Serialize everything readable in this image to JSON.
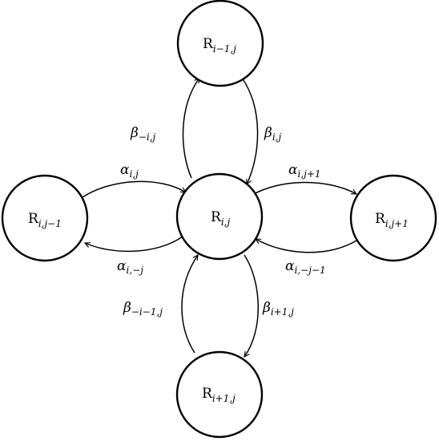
{
  "diagram": {
    "nodes": [
      {
        "id": "center",
        "main": "R",
        "sub": "i,j"
      },
      {
        "id": "top",
        "main": "R",
        "sub": "i−1,j"
      },
      {
        "id": "bottom",
        "main": "R",
        "sub": "i+1,j"
      },
      {
        "id": "left",
        "main": "R",
        "sub": "i,j−1"
      },
      {
        "id": "right",
        "main": "R",
        "sub": "i,j+1"
      }
    ],
    "edges": [
      {
        "id": "center-top",
        "greek": "β",
        "sub": "−i,j"
      },
      {
        "id": "top-center",
        "greek": "β",
        "sub": "i,j"
      },
      {
        "id": "left-center",
        "greek": "α",
        "sub": "i,j"
      },
      {
        "id": "center-left",
        "greek": "α",
        "sub": "i,−j"
      },
      {
        "id": "center-right",
        "greek": "α",
        "sub": "i,j+1"
      },
      {
        "id": "right-center",
        "greek": "α",
        "sub": "i,−j−1"
      },
      {
        "id": "bottom-center",
        "greek": "β",
        "sub": "−i−1,j"
      },
      {
        "id": "center-bottom",
        "greek": "β",
        "sub": "i+1,j"
      }
    ]
  },
  "colors": {
    "stroke": "#000000",
    "fill": "#ffffff"
  }
}
